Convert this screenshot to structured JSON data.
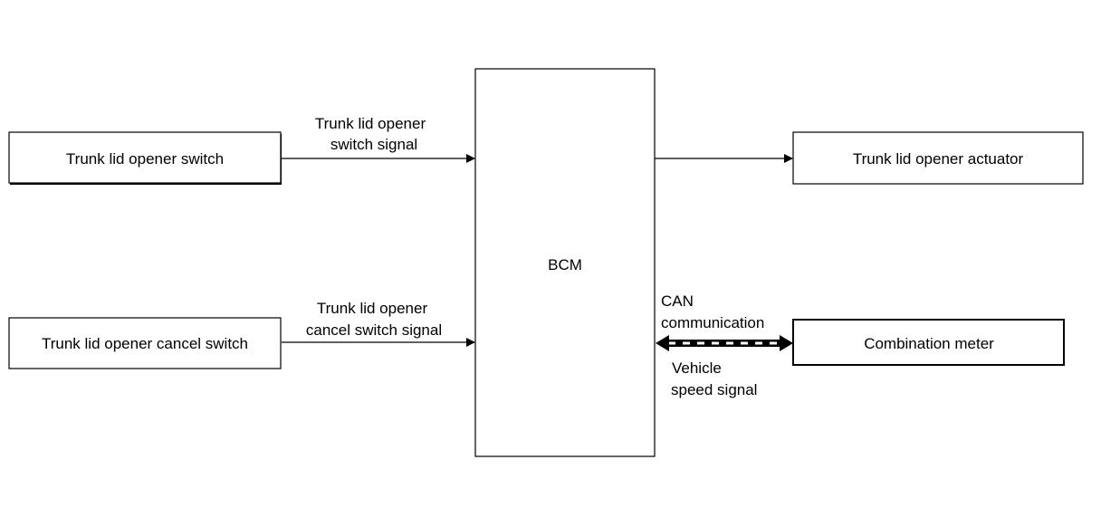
{
  "blocks": {
    "switch": "Trunk lid opener switch",
    "cancel_switch": "Trunk lid opener cancel switch",
    "bcm": "BCM",
    "actuator": "Trunk lid opener actuator",
    "meter": "Combination meter"
  },
  "signals": {
    "switch_signal": [
      "Trunk lid opener",
      "switch signal"
    ],
    "cancel_signal": [
      "Trunk lid opener",
      "cancel switch signal"
    ],
    "can": [
      "CAN",
      "communication"
    ],
    "speed": [
      "Vehicle",
      "speed signal"
    ]
  }
}
